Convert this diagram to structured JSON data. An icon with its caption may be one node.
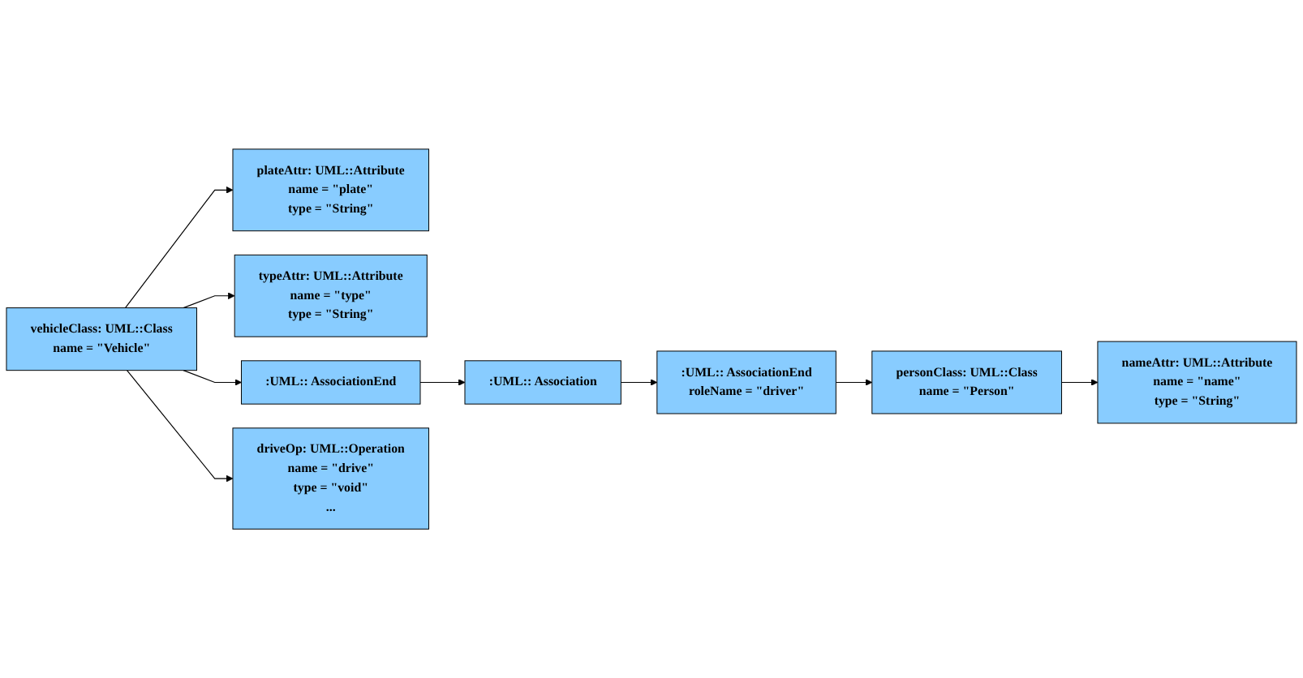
{
  "diagram": {
    "nodes": [
      {
        "text": [
          "vehicleClass: UML::Class",
          "name = \"Vehicle\""
        ]
      },
      {
        "text": [
          "plateAttr: UML::Attribute",
          "name = \"plate\"",
          "type = \"String\""
        ]
      },
      {
        "text": [
          "typeAttr: UML::Attribute",
          "name = \"type\"",
          "type = \"String\""
        ]
      },
      {
        "text": [
          ":UML:: AssociationEnd"
        ]
      },
      {
        "text": [
          ":UML:: Association"
        ]
      },
      {
        "text": [
          ":UML:: AssociationEnd",
          "roleName = \"driver\""
        ]
      },
      {
        "text": [
          "personClass: UML::Class",
          "name = \"Person\""
        ]
      },
      {
        "text": [
          "driveOp: UML::Operation",
          "name = \"drive\"",
          "type = \"void\"",
          "..."
        ]
      },
      {
        "text": [
          "nameAttr: UML::Attribute",
          "name = \"name\"",
          "type = \"String\""
        ]
      }
    ],
    "edges": [
      {
        "from": 0,
        "to": 1,
        "arrow": "to"
      },
      {
        "from": 0,
        "to": 2,
        "arrow": "to"
      },
      {
        "from": 0,
        "to": 3,
        "arrow": "to"
      },
      {
        "from": 0,
        "to": 7,
        "arrow": "to"
      },
      {
        "from": 3,
        "to": 4,
        "arrow": "to"
      },
      {
        "from": 4,
        "to": 5,
        "arrow": "to"
      },
      {
        "from": 5,
        "to": 6,
        "arrow": "to"
      },
      {
        "from": 6,
        "to": 8,
        "arrow": "to"
      }
    ]
  }
}
